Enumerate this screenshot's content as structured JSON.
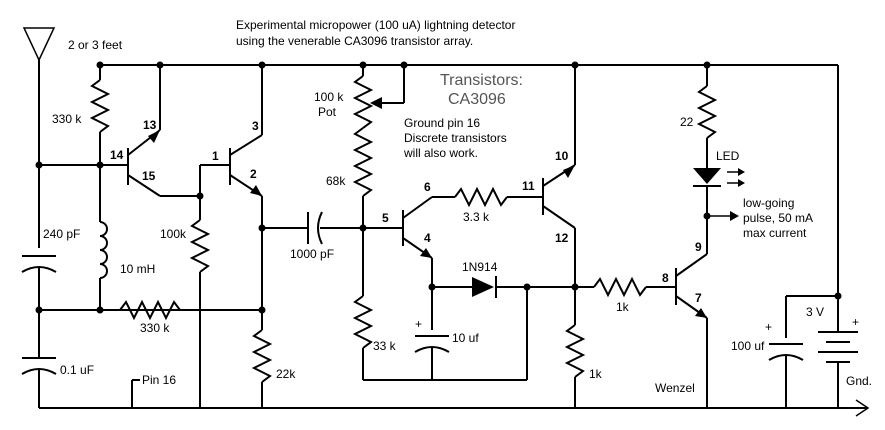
{
  "title_line1": "Experimental micropower (100 uA) lightning detector",
  "title_line2": "using the venerable CA3096 transistor array.",
  "transistors_label": "Transistors:",
  "transistors_part": "CA3096",
  "antenna_label": "2 or 3 feet",
  "note_line1": "Ground pin 16",
  "note_line2": "Discrete transistors",
  "note_line3": "will also work.",
  "pot_value": "100 k",
  "pot_label": "Pot",
  "output_line1": "low-going",
  "output_line2": "pulse, 50 mA",
  "output_line3": "max current",
  "author": "Wenzel",
  "ground_label": "Gnd.",
  "pin16_label": "Pin 16",
  "components": {
    "r330k_top": "330 k",
    "r330k_bottom": "330 k",
    "r100k": "100k",
    "r68k": "68k",
    "r33k": "33 k",
    "r22k": "22k",
    "r3_3k": "3.3 k",
    "r1k_mid": "1k",
    "r1k_bottom": "1k",
    "r22": "22",
    "c240pf": "240 pF",
    "c0_1uf": "0.1 uF",
    "c1000pf": "1000 pF",
    "c10uf": "10 uf",
    "c100uf": "100 uf",
    "l10mh": "10 mH",
    "diode": "1N914",
    "led": "LED",
    "battery": "3 V",
    "plus": "+"
  },
  "pins": [
    "1",
    "2",
    "3",
    "4",
    "5",
    "6",
    "7",
    "8",
    "9",
    "10",
    "11",
    "12",
    "13",
    "14",
    "15"
  ]
}
